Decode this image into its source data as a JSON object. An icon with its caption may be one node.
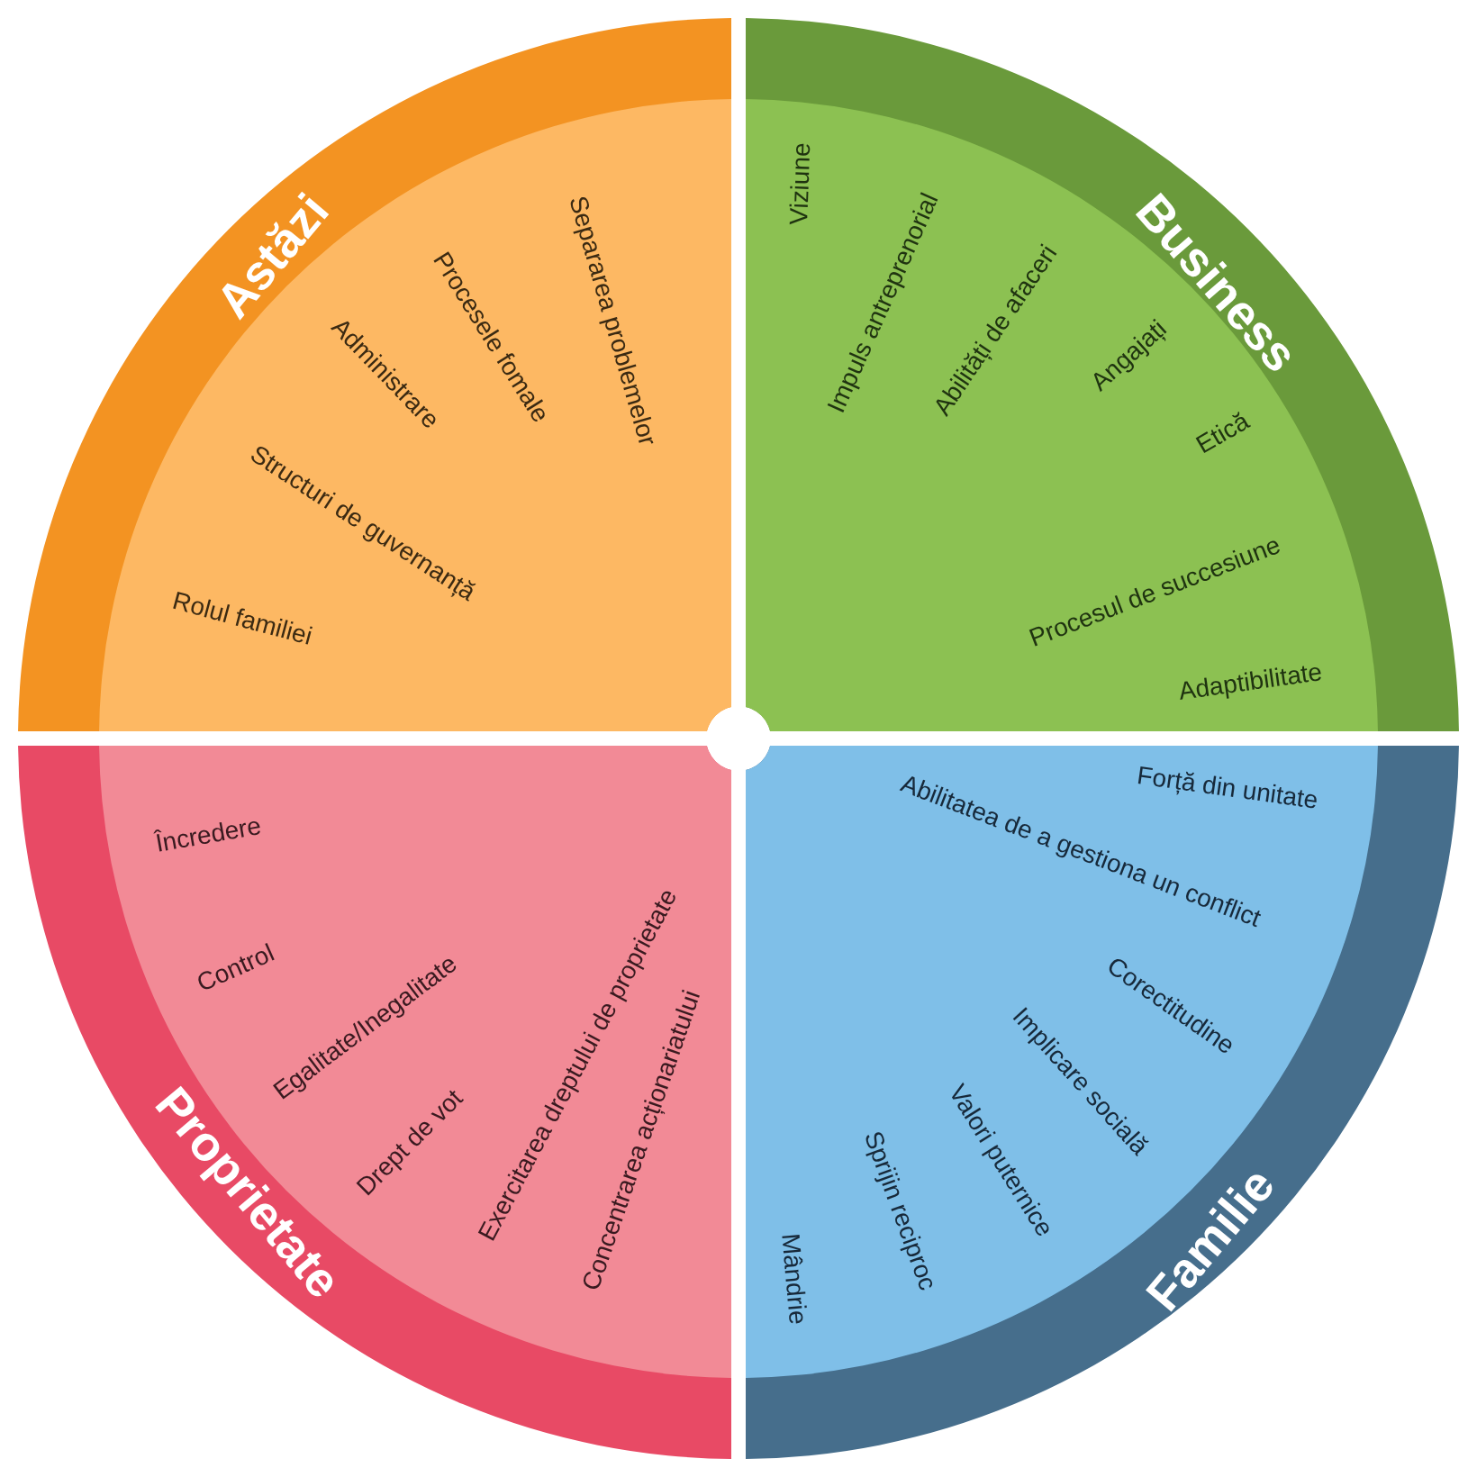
{
  "diagram": {
    "nodes": [
      {
        "text": [
          "Astăzi",
          "Separarea problemelor",
          "Procesele fomale",
          "Administrare",
          "Structuri de guvernanță",
          "Rolul familiei"
        ]
      },
      {
        "text": [
          "Business",
          "Viziune",
          "Impuls antreprenorial",
          "Abilități de afaceri",
          "Angajați",
          "Etică",
          "Procesul de succesiune",
          "Adaptibilitate"
        ]
      },
      {
        "text": [
          "Proprietate",
          "Încredere",
          "Control",
          "Egalitate/Inegalitate",
          "Drept de vot",
          "Exercitarea dreptului de proprietate",
          "Concentrarea acționariatului"
        ]
      },
      {
        "text": [
          "Familie",
          "Forță din unitate",
          "Abilitatea de a gestiona un conflict",
          "Corectitudine",
          "Implicare socială",
          "Valori puternice",
          "Sprijin reciproc",
          "Mândrie"
        ]
      }
    ],
    "edges": []
  }
}
